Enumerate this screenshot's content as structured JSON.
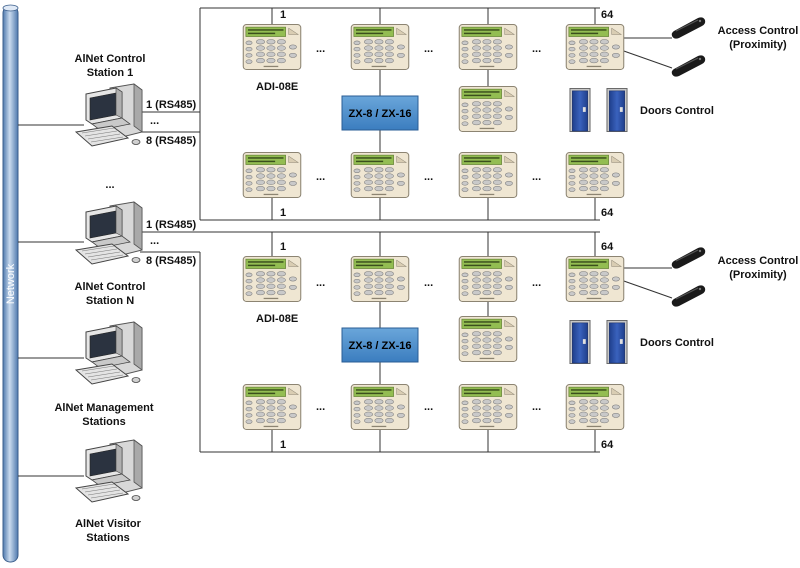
{
  "network": {
    "label": "Network"
  },
  "stations": [
    {
      "line1": "AlNet Control",
      "line2": "Station 1"
    },
    {
      "line1": "AlNet Control",
      "line2": "Station N"
    },
    {
      "line1": "AlNet Management",
      "line2": "Stations"
    },
    {
      "line1": "AlNet Visitor",
      "line2": "Stations"
    }
  ],
  "ellipsis": "...",
  "rs485": {
    "first": "1 (RS485)",
    "last": "8 (RS485)"
  },
  "bus": {
    "start": "1",
    "end": "64"
  },
  "keypad_model": "ADI-08E",
  "controller": "ZX-8 / ZX-16",
  "access_control": {
    "line1": "Access Control",
    "line2": "(Proximity)"
  },
  "doors_control": "Doors Control",
  "colors": {
    "network_pipe": "#7f9ec4",
    "controller_fill": "#4f8fc9",
    "keypad_body": "#efe6d2",
    "keypad_lcd": "#9ac25a",
    "door_fill": "#2b4fa5"
  }
}
